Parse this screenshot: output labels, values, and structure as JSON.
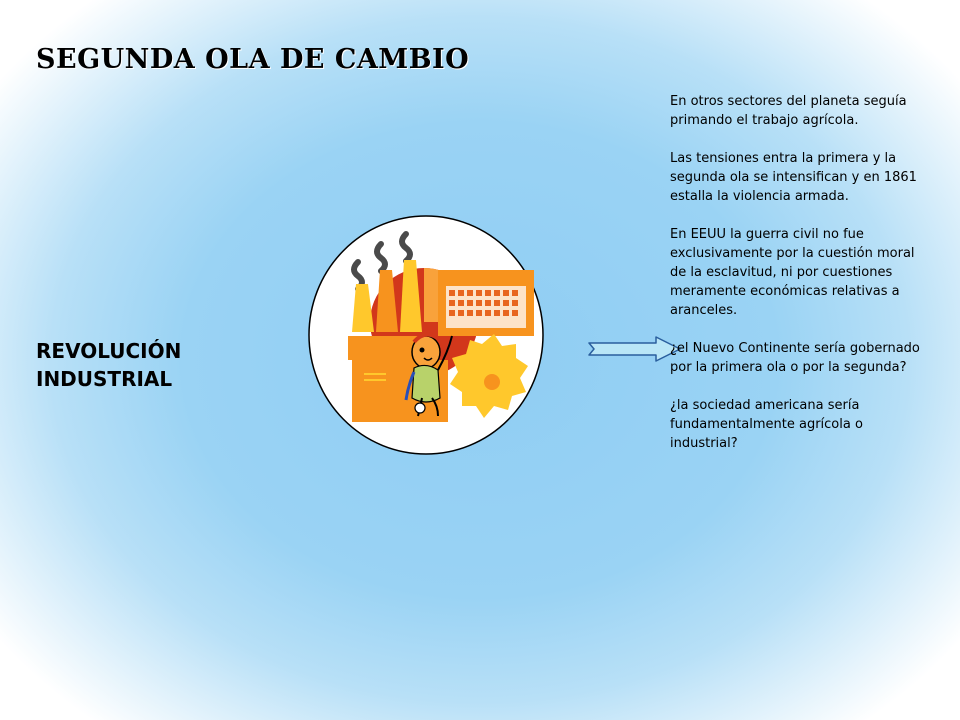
{
  "slide": {
    "title": "SEGUNDA OLA DE CAMBIO",
    "label_line1": "REVOLUCIÓN",
    "label_line2": "INDUSTRIAL"
  },
  "paragraphs": [
    "En otros sectores del planeta seguía primando el trabajo agrícola.",
    "Las tensiones entra la primera y la segunda ola se intensifican y en 1861 estalla la violencia armada.",
    "En EEUU la guerra civil no fue exclusivamente por la cuestión moral de la esclavitud, ni por cuestiones meramente económicas relativas a aranceles.",
    "¿el Nuevo Continente sería gobernado por la primera ola o por la segunda?",
    "¿la sociedad americana sería fundamentalmente agrícola o industrial?"
  ],
  "colors": {
    "arrow_fill": "#b9e6f7",
    "arrow_stroke": "#2a5f9e",
    "clipart_orange": "#f7931e",
    "clipart_yellow": "#ffc82c",
    "clipart_red": "#d2371b"
  },
  "icons": {
    "illustration": "industrial-revolution-clipart",
    "arrow": "right-arrow-icon"
  }
}
